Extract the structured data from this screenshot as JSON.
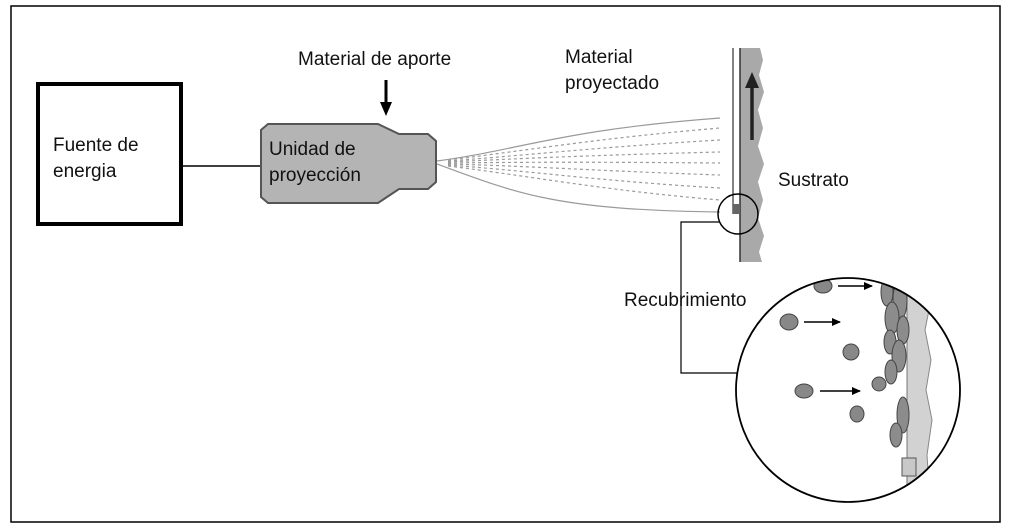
{
  "labels": {
    "fuente_energia": "Fuente de energia",
    "unidad_proyeccion": "Unidad de proyección",
    "material_aporte": "Material de aporte",
    "material_proyectado": "Material proyectado",
    "sustrato": "Sustrato",
    "recubrimiento": "Recubrimiento"
  },
  "colors": {
    "frame": "#000000",
    "nozzle_fill": "#b4b4b4",
    "nozzle_stroke": "#555555",
    "substrate_fill": "#a9a9a9",
    "spray_lines": "#9a9a9a",
    "particle_fill": "#888888",
    "coating_fill": "#8c8c8c"
  }
}
